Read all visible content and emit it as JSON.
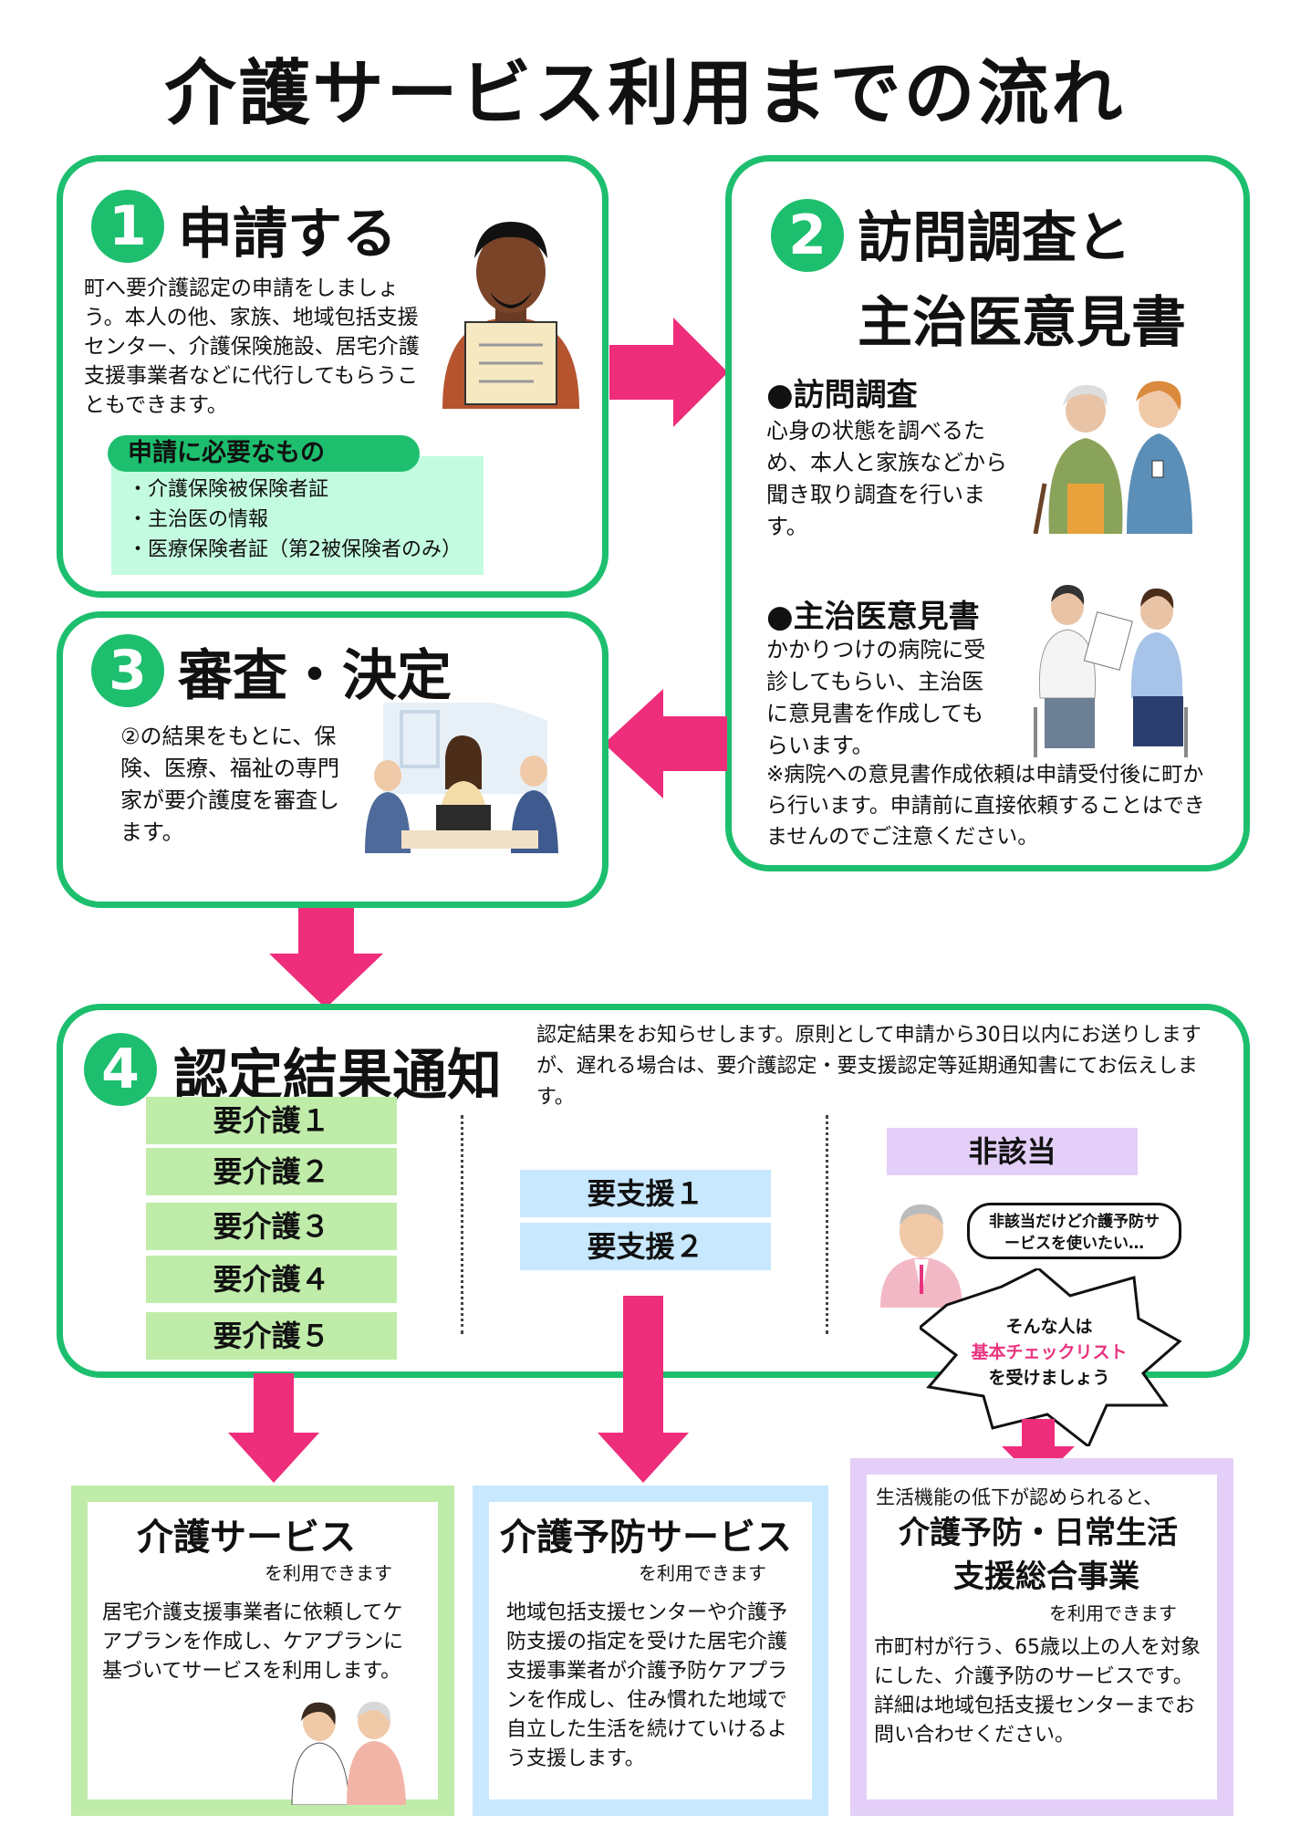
{
  "title": "介護サービス利用までの流れ",
  "step1": {
    "number": "1",
    "heading": "申請する",
    "text": "町へ要介護認定の申請をしましょう。本人の他、家族、地域包括支援センター、介護保険施設、居宅介護支援事業者などに代行してもらうこともできます。",
    "needs_label": "申請に必要なもの",
    "needs": [
      "・介護保険被保険者証",
      "・主治医の情報",
      "・医療保険者証（第2被保険者のみ）"
    ]
  },
  "step2": {
    "number": "2",
    "heading_line1": "訪問調査と",
    "heading_line2": "主治医意見書",
    "visit_title": "●訪問調査",
    "visit_text": "心身の状態を調べるため、本人と家族などから聞き取り調査を行います。",
    "doctor_title": "●主治医意見書",
    "doctor_text": "かかりつけの病院に受診してもらい、主治医に意見書を作成してもらいます。",
    "note": "※病院への意見書作成依頼は申請受付後に町から行います。申請前に直接依頼することはできませんのでご注意ください。"
  },
  "step3": {
    "number": "3",
    "heading": "審査・決定",
    "text": "②の結果をもとに、保険、医療、福祉の専門家が要介護度を審査します。"
  },
  "step4": {
    "number": "4",
    "heading": "認定結果通知",
    "text": "認定結果をお知らせします。原則として申請から30日以内にお送りしますが、遅れる場合は、要介護認定・要支援認定等延期通知書にてお伝えします。",
    "care_levels": [
      "要介護１",
      "要介護２",
      "要介護３",
      "要介護４",
      "要介護５"
    ],
    "support_levels": [
      "要支援１",
      "要支援２"
    ],
    "not_applicable": "非該当",
    "bubble": "非該当だけど介護予防サービスを使いたい…",
    "callout_line1": "そんな人は",
    "callout_highlight": "基本チェックリスト",
    "callout_line3": "を受けましょう"
  },
  "services": {
    "care": {
      "title": "介護サービス",
      "sub": "を利用できます",
      "text": "居宅介護支援事業者に依頼してケアプランを作成し、ケアプランに基づいてサービスを利用します。"
    },
    "prevention": {
      "title": "介護予防サービス",
      "sub": "を利用できます",
      "text": "地域包括支援センターや介護予防支援の指定を受けた居宅介護支援事業者が介護予防ケアプランを作成し、住み慣れた地域で自立した生活を続けていけるよう支援します。"
    },
    "general": {
      "lead": "生活機能の低下が認められると、",
      "title_line1": "介護予防・日常生活",
      "title_line2": "支援総合事業",
      "sub": "を利用できます",
      "text": "市町村が行う、65歳以上の人を対象にした、介護予防のサービスです。\n詳細は地域包括支援センターまでお問い合わせください。"
    }
  },
  "colors": {
    "green_border": "#1dbf6e",
    "arrow_pink": "#ee2d7b",
    "care_green": "#c0ecaa",
    "support_blue": "#c8e8ff",
    "nonapp_purple": "#e3cff7"
  }
}
